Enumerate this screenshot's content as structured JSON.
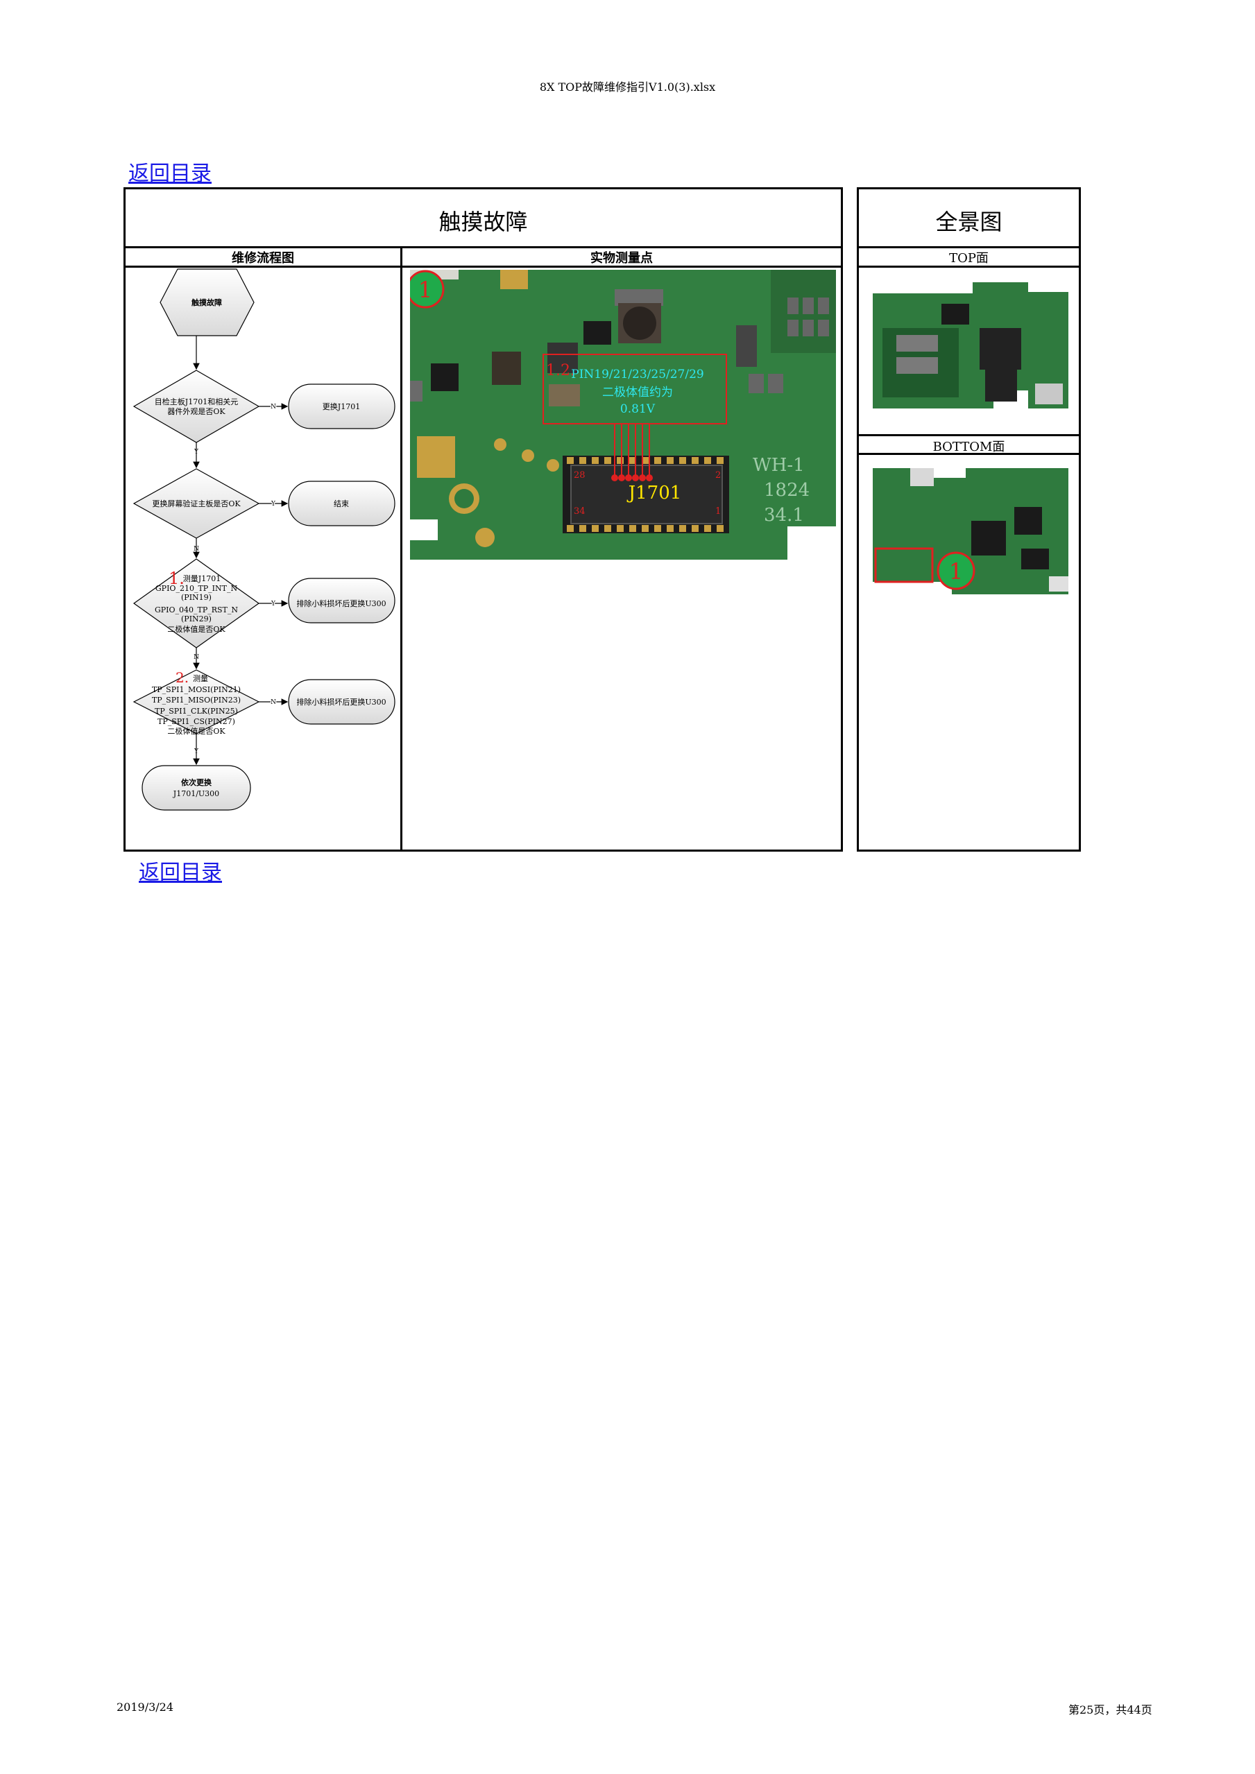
{
  "header": {
    "file_title": "8X TOP故障维修指引V1.0(3).xlsx"
  },
  "links": {
    "back_top": "返回目录",
    "back_bottom": "返回目录"
  },
  "main_table": {
    "title": "触摸故障",
    "col_flow": "维修流程图",
    "col_points": "实物测量点"
  },
  "side_table": {
    "title": "全景图",
    "top_label": "TOP面",
    "bottom_label": "BOTTOM面"
  },
  "flowchart": {
    "start": "触摸故障",
    "d1": [
      "目检主板J1701和相关元",
      "器件外观是否OK"
    ],
    "r1": "更换J1701",
    "d2": "更换屏幕验证主板是否OK",
    "r2": "结束",
    "d3": [
      "测量J1701",
      "GPIO_210_TP_INT_N",
      "(PIN19)",
      "GPIO_040_TP_RST_N",
      "(PIN29)",
      "二极体值是否OK"
    ],
    "d3_num": "1.",
    "r3": "排除小料损坏后更换U300",
    "d4": [
      "测量",
      "TP_SPI1_MOSI(PIN21)",
      "TP_SPI1_MISO(PIN23)",
      "TP_SPI1_CLK(PIN25)",
      "TP_SPI1_CS(PIN27)",
      "二极体值是否OK"
    ],
    "d4_num": "2.",
    "r4": "排除小料损坏后更换U300",
    "end": [
      "依次更换",
      "J1701/U300"
    ],
    "yes": "Y",
    "no": "N"
  },
  "photo": {
    "circle_num": "1",
    "annot_prefix": "1.2.",
    "annot_line1": "PIN19/21/23/25/27/29",
    "annot_line2": "二极体值约为",
    "annot_line3": "0.81V",
    "connector": "J1701",
    "pin_tl": "28",
    "pin_bl": "34",
    "pin_tr": "2",
    "pin_br": "1",
    "silk1": "WH-1",
    "silk2": "1824",
    "silk3": "34.1"
  },
  "bottom_photo": {
    "circle_num": "1"
  },
  "footer": {
    "date": "2019/3/24",
    "page": "第25页，共44页"
  },
  "colors": {
    "pcb": "#2f7a3e",
    "pcb_dark": "#1f5a2c",
    "link": "#1a1ae6",
    "marker_red": "#e02020",
    "annot_cyan": "#2ee8f0",
    "circle_green": "#1faa4a"
  }
}
